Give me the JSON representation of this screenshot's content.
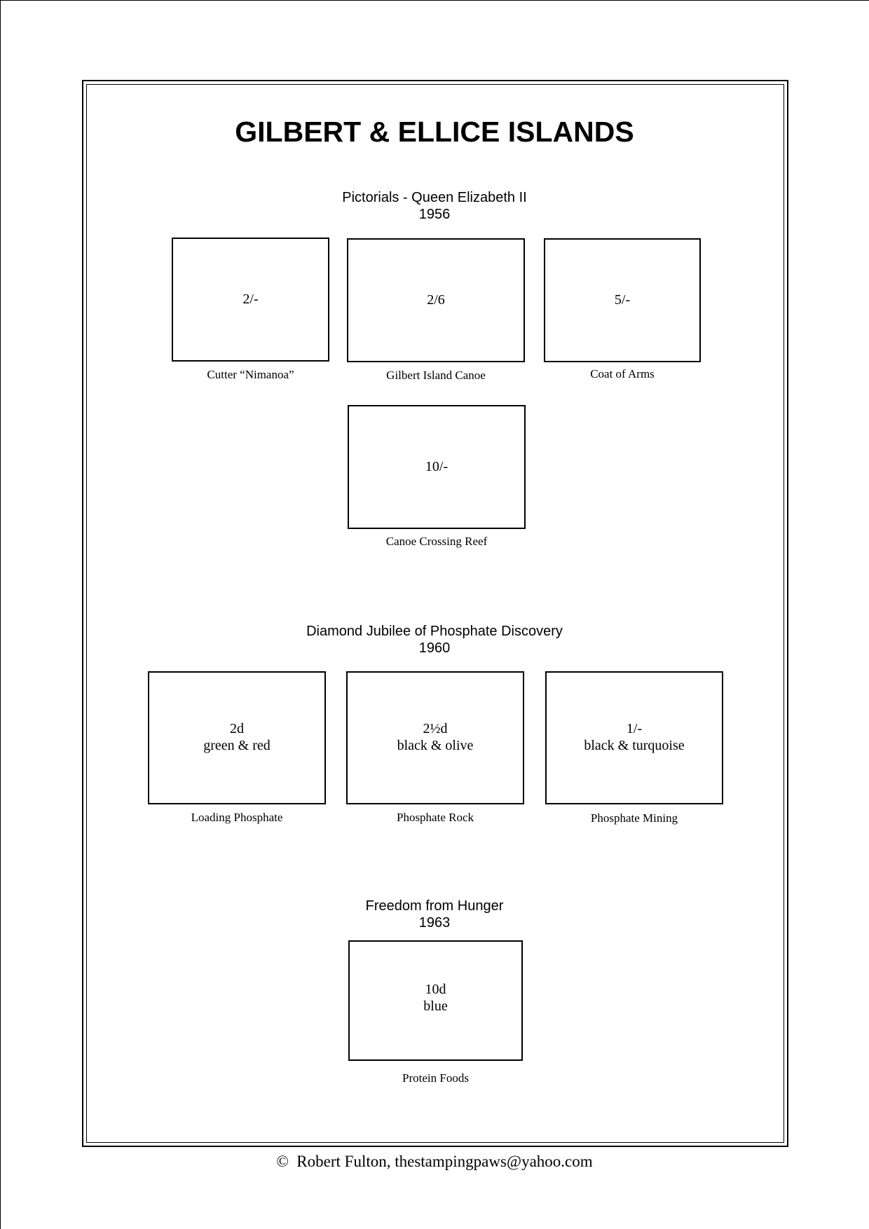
{
  "page": {
    "title": "GILBERT & ELLICE ISLANDS",
    "footer": "©  Robert Fulton, thestampingpaws@yahoo.com"
  },
  "sections": [
    {
      "heading": "Pictorials - Queen Elizabeth II",
      "year": "1956",
      "stamps": [
        {
          "value": "2/-",
          "color": "",
          "caption": "Cutter “Nimanoa”"
        },
        {
          "value": "2/6",
          "color": "",
          "caption": "Gilbert Island Canoe"
        },
        {
          "value": "5/-",
          "color": "",
          "caption": "Coat of Arms"
        },
        {
          "value": "10/-",
          "color": "",
          "caption": "Canoe Crossing Reef"
        }
      ]
    },
    {
      "heading": "Diamond Jubilee of Phosphate Discovery",
      "year": "1960",
      "stamps": [
        {
          "value": "2d",
          "color": "green & red",
          "caption": "Loading Phosphate"
        },
        {
          "value": "2½d",
          "color": "black & olive",
          "caption": "Phosphate Rock"
        },
        {
          "value": "1/-",
          "color": "black & turquoise",
          "caption": "Phosphate Mining"
        }
      ]
    },
    {
      "heading": "Freedom from Hunger",
      "year": "1963",
      "stamps": [
        {
          "value": "10d",
          "color": "blue",
          "caption": "Protein Foods"
        }
      ]
    }
  ]
}
